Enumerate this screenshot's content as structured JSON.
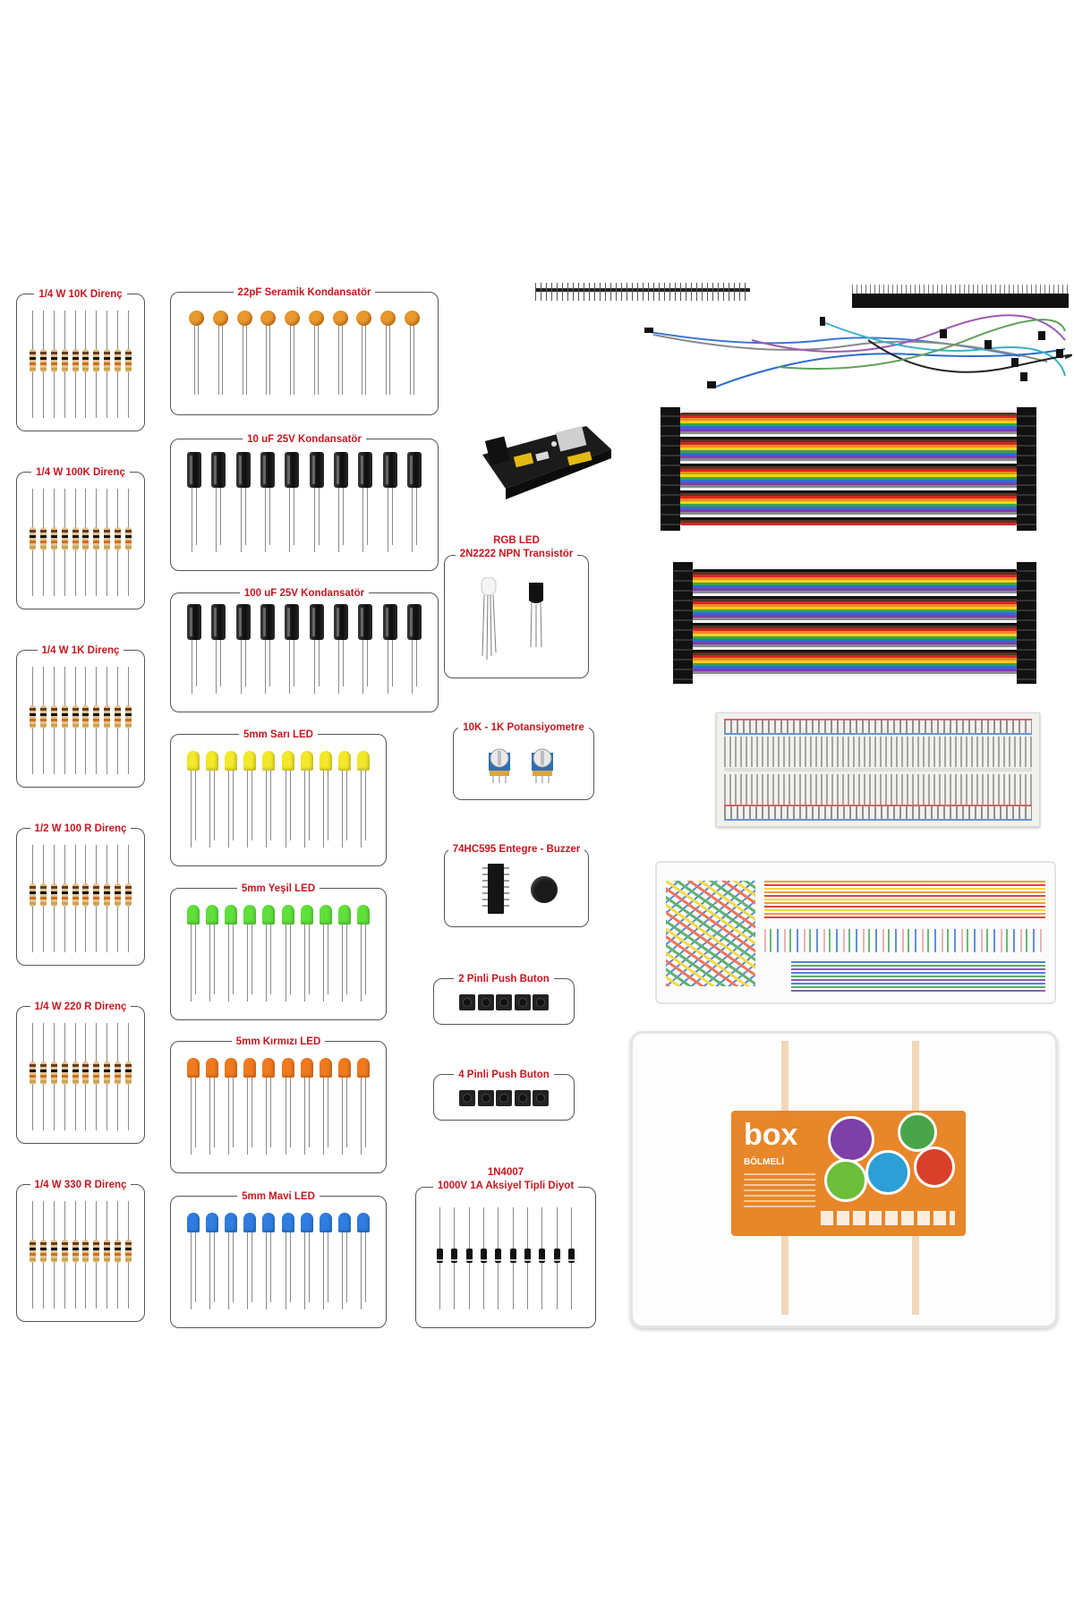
{
  "labels": {
    "res_10k": "1/4 W 10K Direnç",
    "res_100k": "1/4 W 100K Direnç",
    "res_1k": "1/4 W 1K Direnç",
    "res_100r": "1/2 W 100 R Direnç",
    "res_220r": "1/4 W 220 R Direnç",
    "res_330r": "1/4 W 330 R Direnç",
    "cer_22pf": "22pF Seramik Kondansatör",
    "cap_10uf": "10 uF 25V Kondansatör",
    "cap_100uf": "100 uF 25V Kondansatör",
    "led_yellow": "5mm Sarı LED",
    "led_green": "5mm Yeşil LED",
    "led_red": "5mm Kırmızı LED",
    "led_blue": "5mm Mavi LED",
    "rgb_line1": "RGB LED",
    "rgb_line2": "2N2222 NPN Transistör",
    "pot": "10K - 1K Potansiyometre",
    "ic_buzzer": "74HC595 Entegre - Buzzer",
    "btn2": "2 Pinli Push Buton",
    "btn4": "4 Pinli Push Buton",
    "diode_line1": "1N4007",
    "diode_line2": "1000V 1A Aksiyel Tipli Diyot"
  },
  "case": {
    "logo_text": "box",
    "subtitle": "BÖLMELİ"
  },
  "colors": {
    "label_red": "#c8161e",
    "led_yellow": "#f3e82a",
    "led_green": "#5fe03a",
    "led_red": "#f07a1e",
    "led_blue": "#2f7de0",
    "case_orange": "#e8862a"
  },
  "counts": {
    "resistors_per_pack": 10,
    "capacitors_per_pack": 10,
    "leds_per_pack": 10,
    "diodes": 10,
    "buttons_per_pack": 5,
    "potentiometers": 2
  }
}
